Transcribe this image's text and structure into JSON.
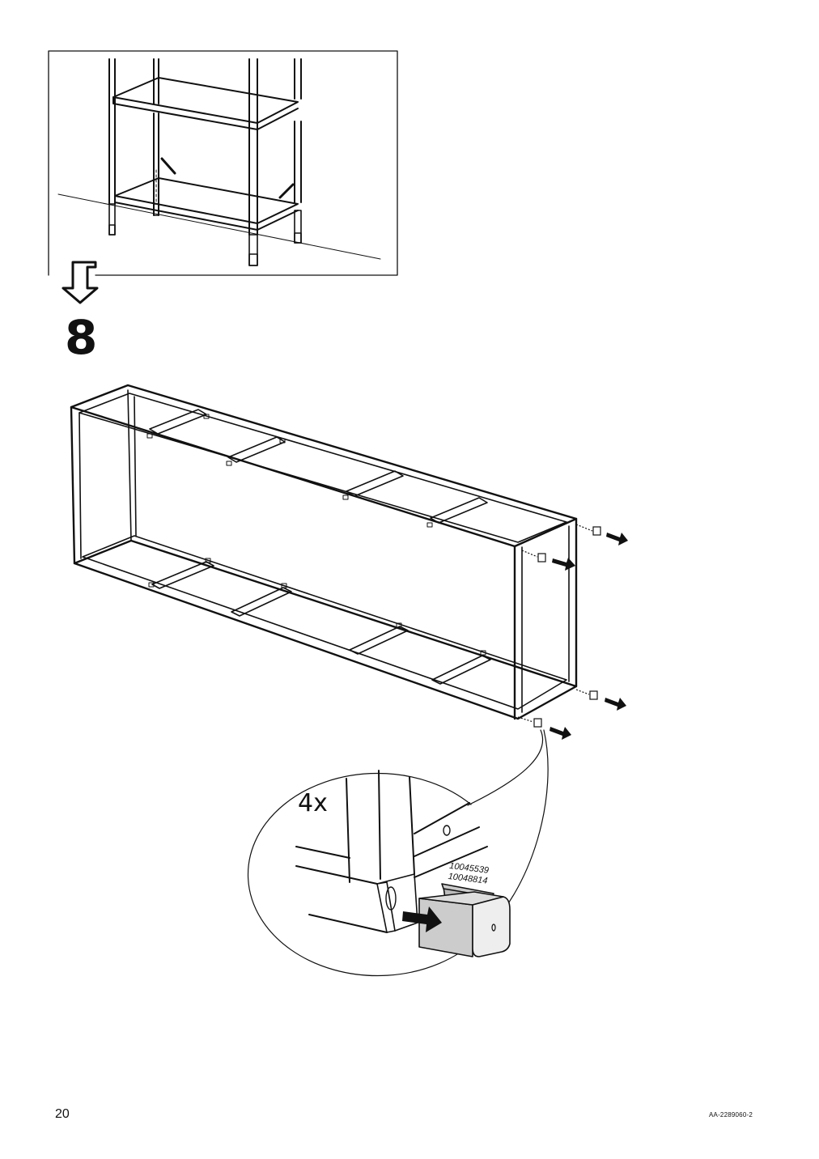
{
  "page": {
    "step_number": "8",
    "quantity": "4x",
    "part_numbers": [
      "10045539",
      "10048814"
    ],
    "page_number": "20",
    "document_code": "AA-2289060-2"
  },
  "icons": {
    "next_step_arrow": "hollow-down-arrow-icon",
    "remove_arrow": "solid-arrow-right-icon"
  },
  "colors": {
    "line": "#111111",
    "cap_fill": "#cccccc"
  }
}
